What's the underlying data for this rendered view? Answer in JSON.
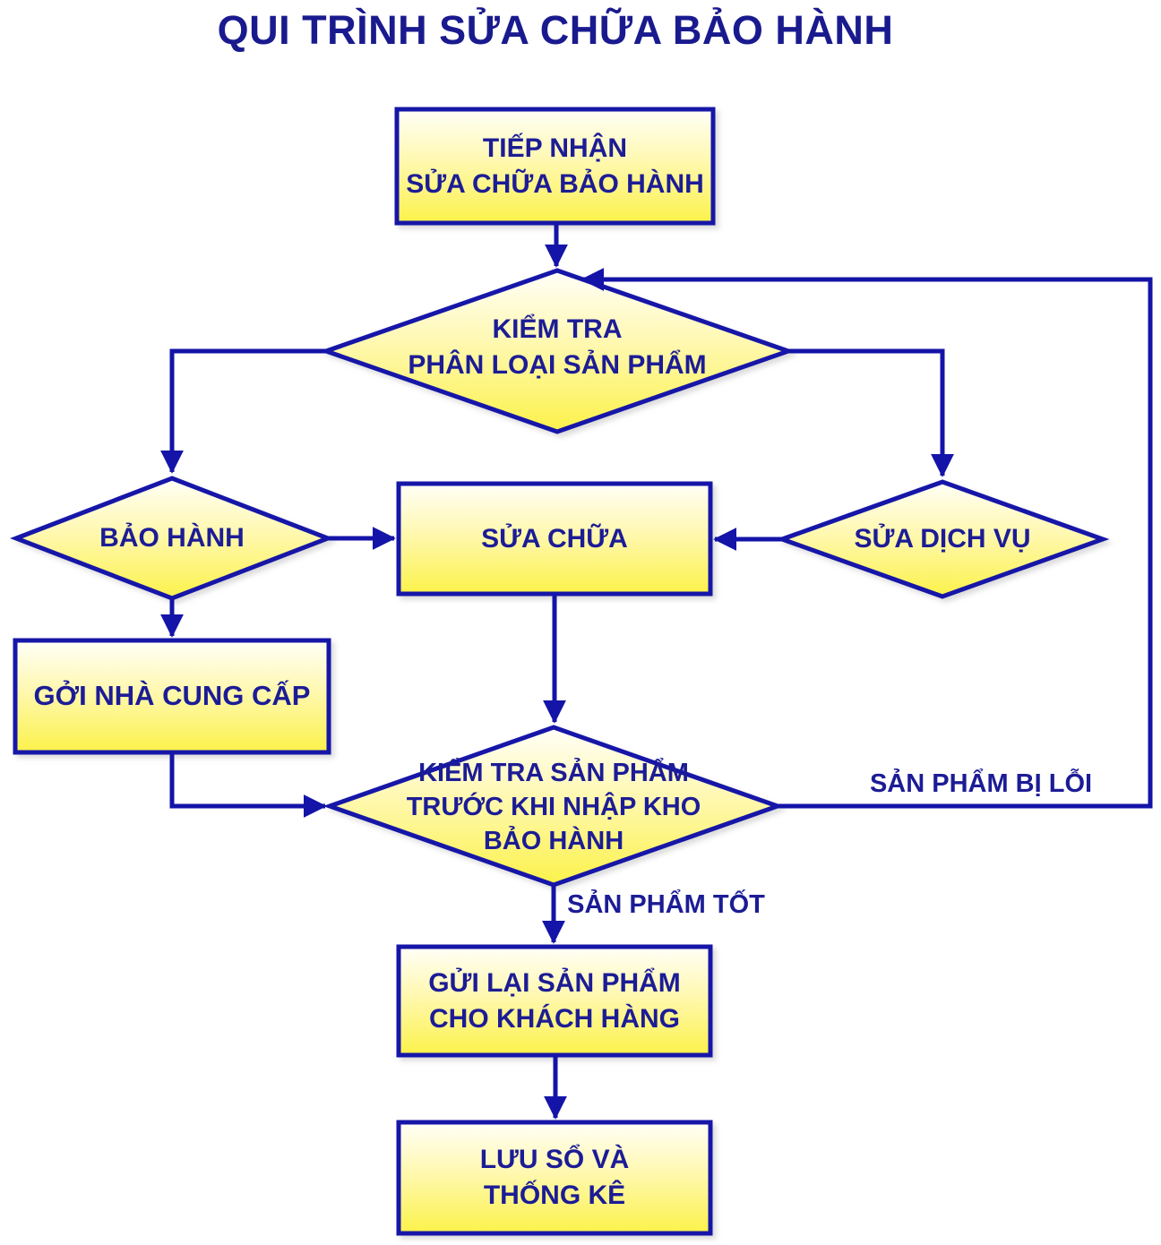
{
  "title": "QUI TRÌNH SỬA CHỮA BẢO HÀNH",
  "colors": {
    "title_ink": "#1A1A8F",
    "ink": "#1C1C96",
    "line": "#1414A8",
    "fill_top": "#FFFFF8",
    "fill_mid": "#FFF8B0",
    "fill_bottom": "#FBF24A",
    "bg": "#FFFFFF"
  },
  "nodes": {
    "receive": {
      "type": "process",
      "lines": [
        "TIẾP NHẬN",
        "SỬA CHỮA BẢO HÀNH"
      ]
    },
    "classify": {
      "type": "decision",
      "lines": [
        "KIỂM TRA",
        "PHÂN LOẠI SẢN PHẨM"
      ]
    },
    "warranty": {
      "type": "decision",
      "lines": [
        "BẢO HÀNH"
      ]
    },
    "repair": {
      "type": "process",
      "lines": [
        "SỬA CHỮA"
      ]
    },
    "service": {
      "type": "decision",
      "lines": [
        "SỬA DỊCH VỤ"
      ]
    },
    "supplier": {
      "type": "process",
      "lines": [
        "GỞI NHÀ CUNG CẤP"
      ]
    },
    "check": {
      "type": "decision",
      "lines": [
        "KIỂM TRA SẢN PHẨM",
        "TRƯỚC KHI NHẬP KHO",
        "BẢO HÀNH"
      ]
    },
    "return": {
      "type": "process",
      "lines": [
        "GỬI LẠI SẢN PHẨM",
        "CHO KHÁCH HÀNG"
      ]
    },
    "record": {
      "type": "process",
      "lines": [
        "LƯU SỔ VÀ",
        "THỐNG KÊ"
      ]
    }
  },
  "edge_labels": {
    "defective": "SẢN PHẨM BỊ LỖI",
    "good": "SẢN PHẨM TỐT"
  }
}
